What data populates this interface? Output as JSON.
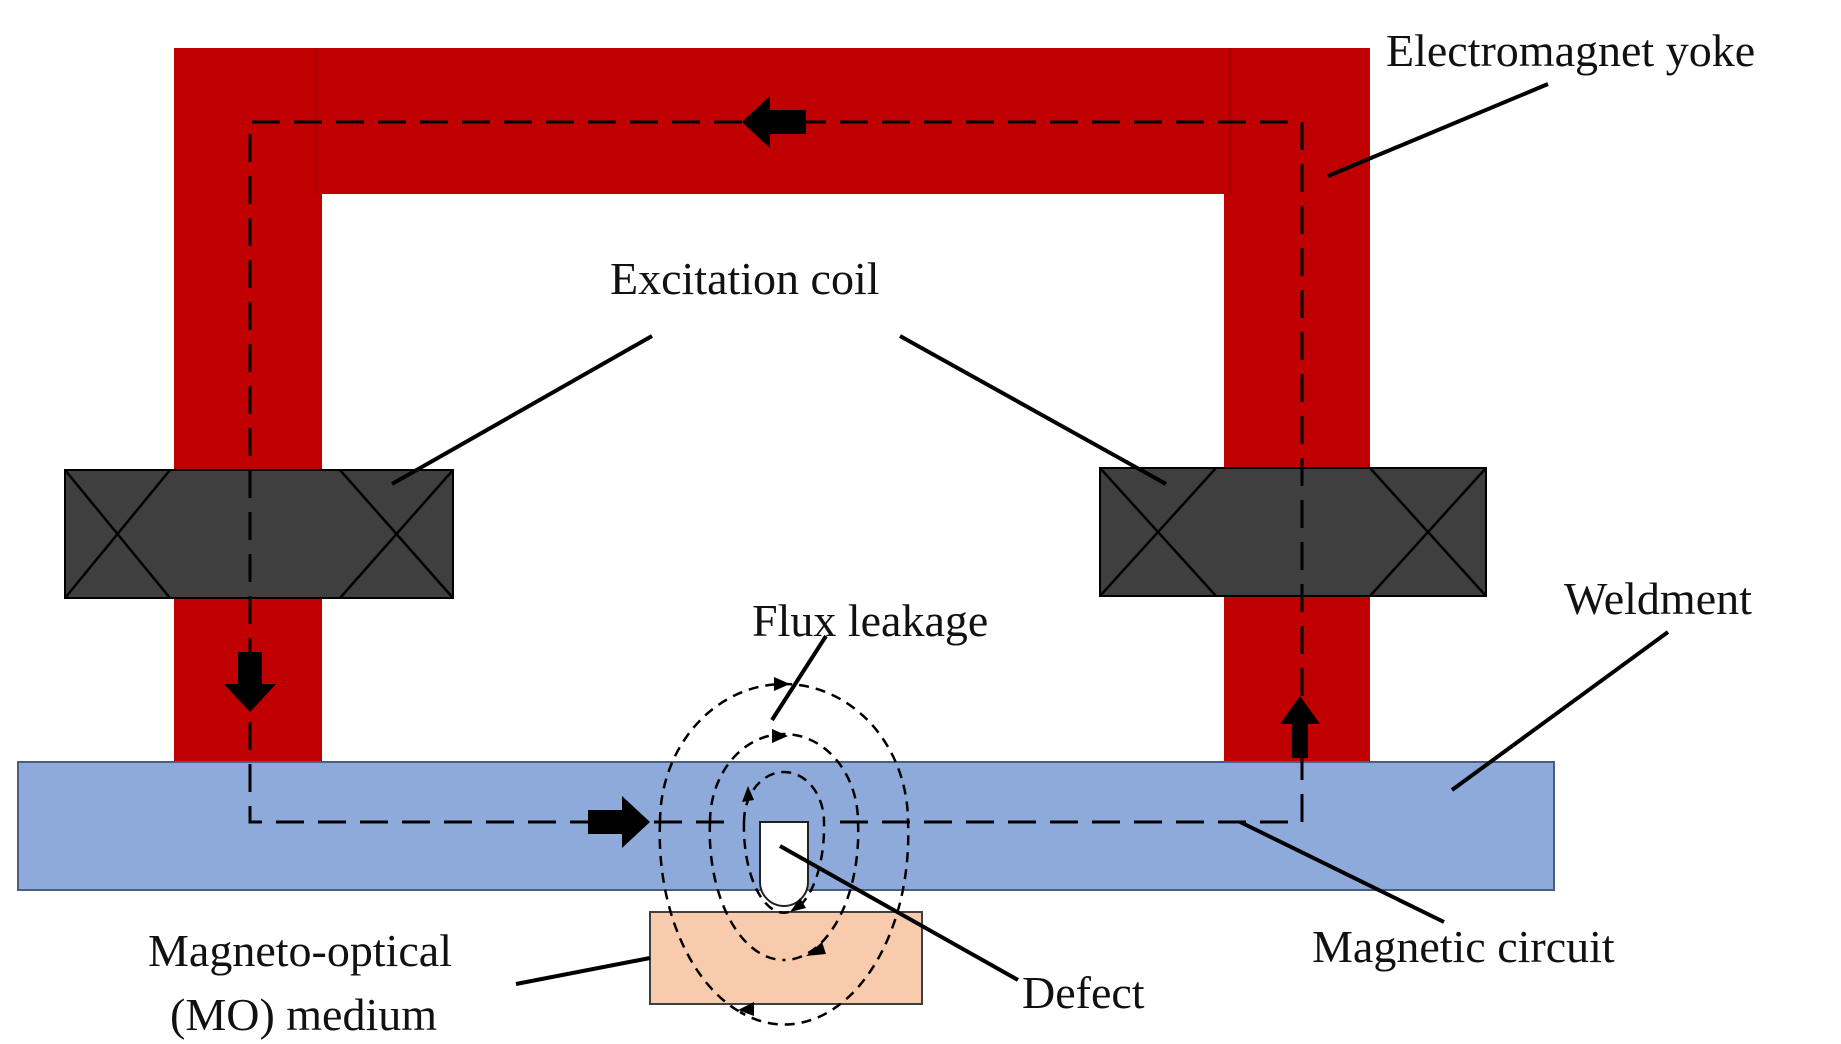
{
  "labels": {
    "electromagnet_yoke": "Electromagnet yoke",
    "excitation_coil": "Excitation coil",
    "flux_leakage": "Flux leakage",
    "weldment": "Weldment",
    "magneto_optical_line1": "Magneto-optical",
    "magneto_optical_line2": "(MO) medium",
    "defect": "Defect",
    "magnetic_circuit": "Magnetic circuit"
  },
  "colors": {
    "yoke": "#c00000",
    "coil": "#3f3f3f",
    "weldment": "#8eaadb",
    "mo_medium": "#f8cbad",
    "defect": "#ffffff",
    "arrows": "#000000"
  },
  "icons": {
    "flow_arrow": "block-arrow-icon",
    "coil_winding": "cross-box-icon"
  }
}
